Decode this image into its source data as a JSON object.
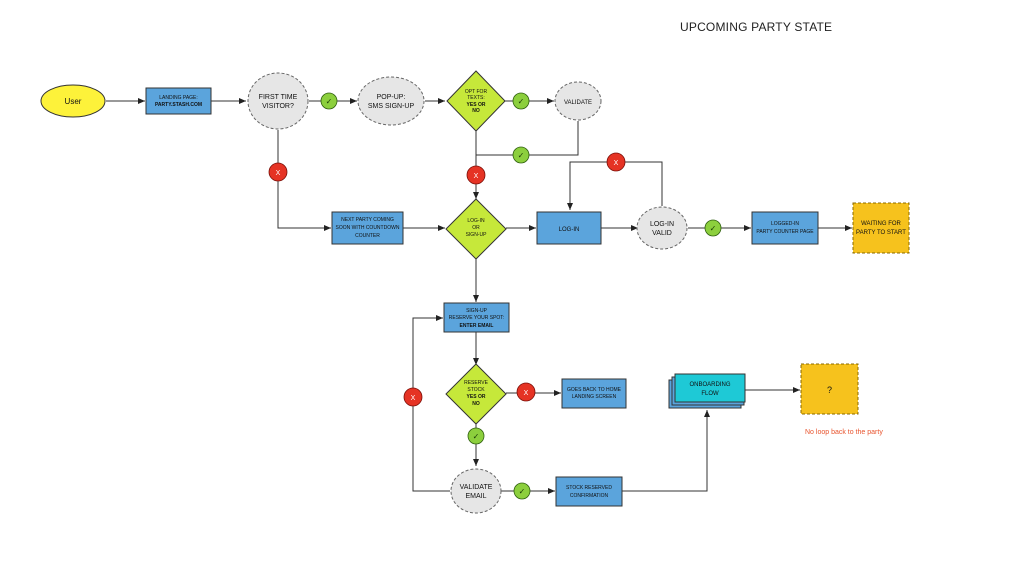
{
  "title": "UPCOMING PARTY STATE",
  "colors": {
    "start": "#fdf23a",
    "process": "#5ba4dc",
    "decision": "#c6e83a",
    "terminal": "#f6c21d",
    "onboarding": "#1ec9d6",
    "yes": "#8ccf3d",
    "no": "#e53324",
    "note": "#e8542e"
  },
  "nodes": {
    "user": {
      "text": "User"
    },
    "landing": {
      "line1": "LANDING PAGE:",
      "line2": "PARTY.STASH.COM"
    },
    "first_visitor": {
      "line1": "FIRST TIME",
      "line2": "VISITOR?"
    },
    "popup": {
      "line1": "POP-UP:",
      "line2": "SMS SIGN-UP"
    },
    "opt_texts": {
      "line1": "OPT FOR",
      "line2": "TEXTS:",
      "line3": "YES OR",
      "line4": "NO"
    },
    "validate": {
      "text": "VALIDATE"
    },
    "next_party": {
      "line1": "NEXT PARTY COMING",
      "line2": "SOON WITH COUNTDOWN",
      "line3": "COUNTER"
    },
    "login_signup": {
      "line1": "LOG-IN",
      "line2": "OR",
      "line3": "SIGN-UP"
    },
    "login": {
      "text": "LOG-IN"
    },
    "login_valid": {
      "line1": "LOG-IN",
      "line2": "VALID"
    },
    "logged_in": {
      "line1": "LOGGED-IN",
      "line2": "PARTY COUNTER PAGE"
    },
    "waiting": {
      "line1": "WAITING FOR",
      "line2": "PARTY TO START"
    },
    "signup": {
      "line1": "SIGN-UP",
      "line2": "RESERVE YOUR SPOT:",
      "line3": "ENTER EMAIL"
    },
    "reserve_stock": {
      "line1": "RESERVE",
      "line2": "STOCK",
      "line3": "YES OR",
      "line4": "NO"
    },
    "goes_back": {
      "line1": "GOES BACK TO HOME",
      "line2": "LANDING SCREEN"
    },
    "validate_email": {
      "line1": "VALIDATE",
      "line2": "EMAIL"
    },
    "stock_reserved": {
      "line1": "STOCK RESERVED",
      "line2": "CONFIRMATION"
    },
    "onboarding": {
      "line1": "ONBOARDING",
      "line2": "FLOW"
    },
    "question": {
      "text": "?"
    }
  },
  "badges": {
    "yes_symbol": "✓",
    "no_symbol": "X"
  },
  "note": "No loop back to the party"
}
